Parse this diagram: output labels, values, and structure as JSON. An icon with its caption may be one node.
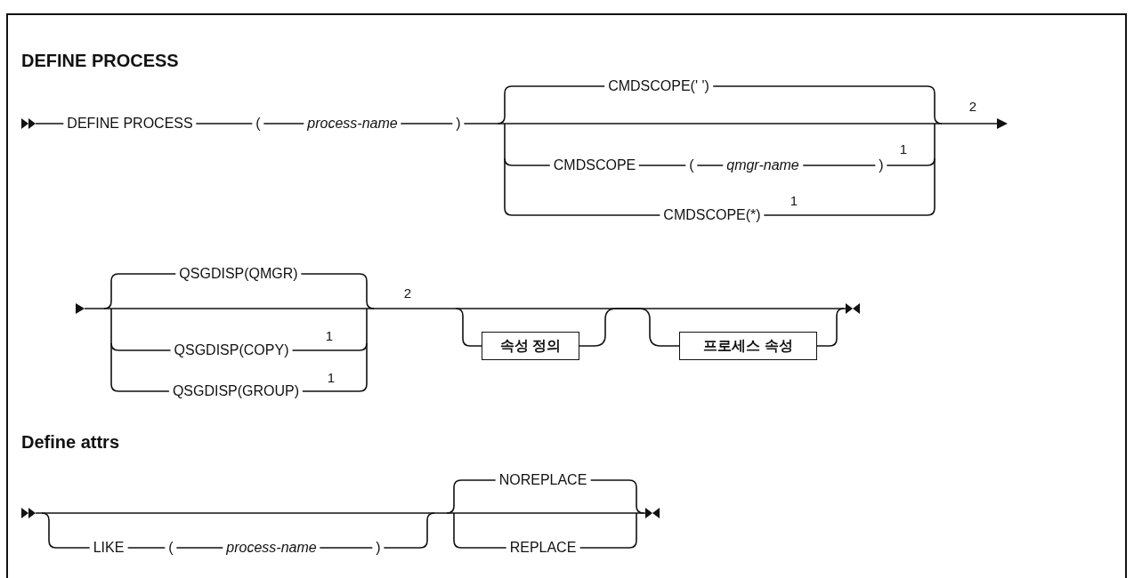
{
  "diagram": {
    "title": "DEFINE PROCESS",
    "nodes": [
      {
        "text": [
          "속성 정의"
        ]
      },
      {
        "text": [
          "프로세스 속성"
        ]
      }
    ],
    "edges": [
      {
        "from": 0,
        "to": 1,
        "arrow": "none"
      }
    ],
    "labels": [
      "DEFINE PROCESS",
      "(",
      "process-name",
      ")",
      "CMDSCOPE(' ')",
      "2",
      "CMDSCOPE",
      "(",
      "qmgr-name",
      ")",
      "1",
      "CMDSCOPE(*)",
      "1",
      "QSGDISP(QMGR)",
      "2",
      "QSGDISP(COPY)",
      "1",
      "QSGDISP(GROUP)",
      "1",
      "Define attrs",
      "NOREPLACE",
      "LIKE",
      "(",
      "process-name",
      ")",
      "REPLACE"
    ]
  }
}
